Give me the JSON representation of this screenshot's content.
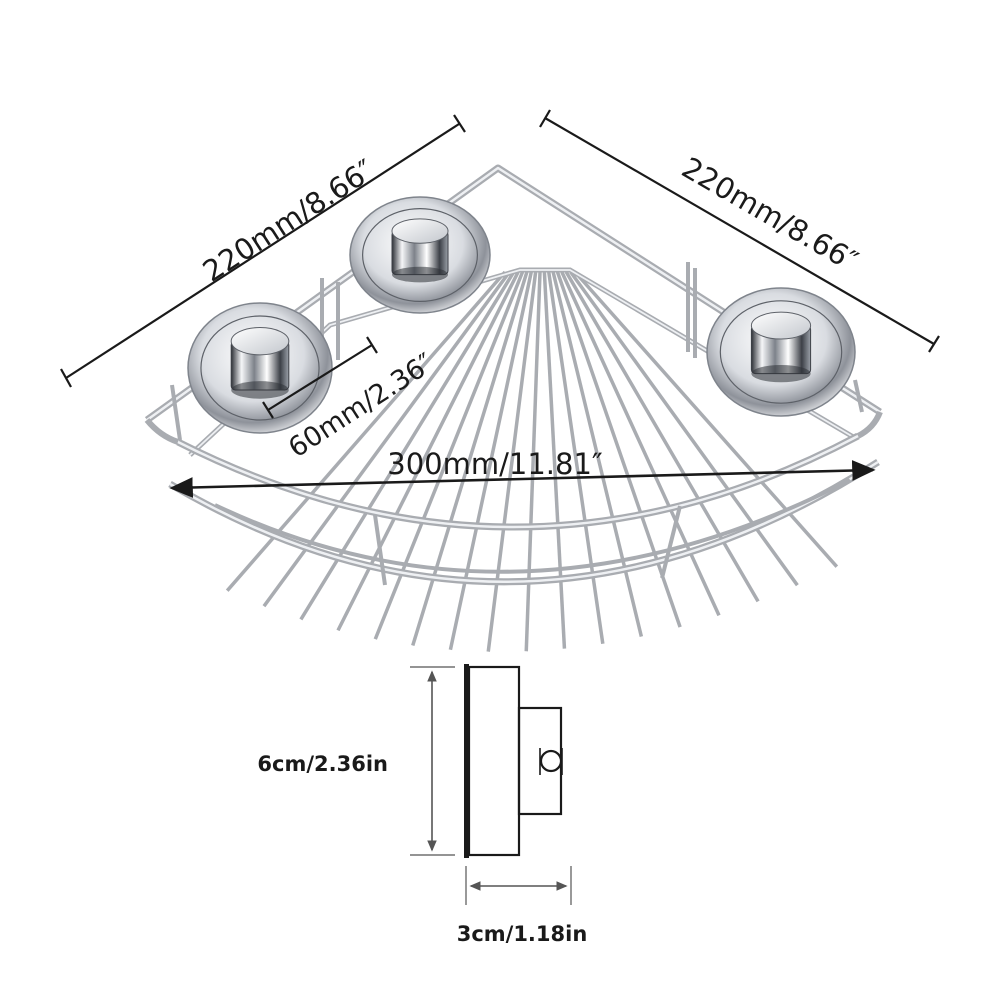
{
  "dimensions": {
    "left_edge": "220mm/8.66″",
    "right_edge": "220mm/8.66″",
    "front_width": "300mm/11.81″",
    "suction_offset": "60mm/2.36″",
    "cup_height": "6cm/2.36in",
    "cup_depth": "3cm/1.18in"
  },
  "colors": {
    "wire": "#a9acb1",
    "wire_highlight": "#e6e8ec",
    "chrome_dark": "#3e4148",
    "chrome_light": "#f4f5f7",
    "line": "#1a1a1a"
  },
  "icons": {
    "suction_cup": "chrome-suction-cup"
  }
}
